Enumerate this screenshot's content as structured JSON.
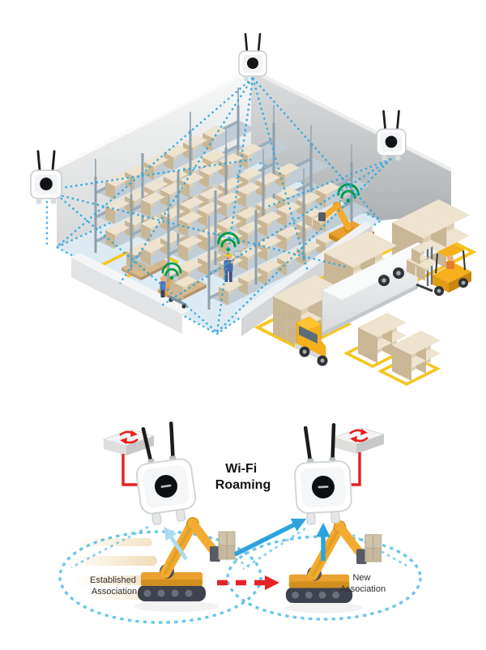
{
  "page": {
    "background": "#FFFFFF"
  },
  "roaming": {
    "title_line1": "Wi-Fi",
    "title_line2": "Roaming",
    "established_line1": "Established",
    "established_line2": "Association",
    "new_line1": "New",
    "new_line2": "Association"
  },
  "colors": {
    "coverage_dotted_blue": "#2AA9E1",
    "roaming_ellipse_blue": "#58BEE9",
    "arrow_new_blue": "#2CA3DE",
    "arrow_fading_blue": "#ABDAF3",
    "arrow_move_red": "#E62227",
    "cable_red": "#E8201F",
    "wifi_signal_green": "#009B48",
    "machine_yellow": "#F6B01E",
    "floor_marking_yellow": "#F6C51E",
    "box_tan": "#DCCFB4",
    "wall_gray": "#C9CBCC",
    "floor_blue": "#DEEAF2",
    "robot_track_gray": "#3D424E"
  },
  "icons": {
    "access-point-icon": "white square device, black circular radome, two antennas",
    "wifi-signal-icon": "green radio arcs",
    "network-switch-icon": "flat white box with red routing arrows",
    "robotic-arm-icon": "yellow articulated arm",
    "forklift-icon": "yellow forklift",
    "truck-icon": "yellow cab with white trailer",
    "worker-icon": "warehouse worker",
    "rack-icon": "warehouse shelving with boxes",
    "pallet-stack-icon": "boxes on pallet"
  }
}
